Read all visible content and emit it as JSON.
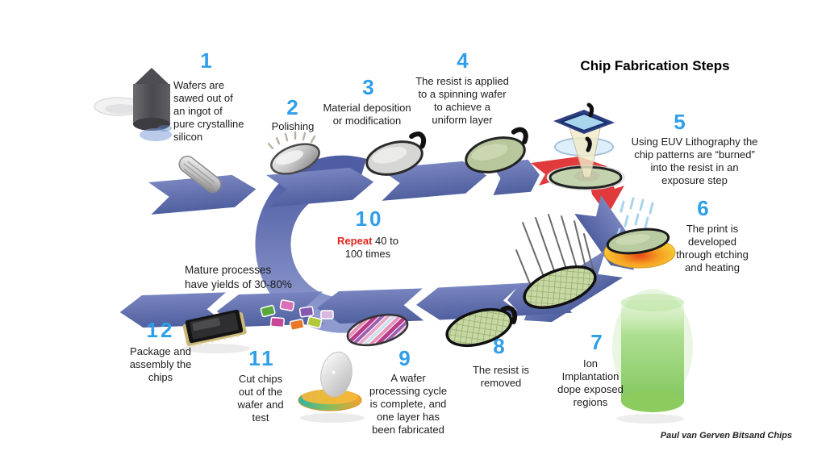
{
  "title": "Chip Fabrication Steps",
  "attribution": "Paul van Gerven Bitsand Chips",
  "note": "Mature processes\nhave yields of 30-80%",
  "center": {
    "number": "10",
    "highlight": "Repeat",
    "after": " 40 to\n100 times"
  },
  "steps": [
    {
      "number": "1",
      "text": "Wafers are\nsawed out of\nan ingot of\npure crystalline\nsilicon"
    },
    {
      "number": "2",
      "text": "Polishing"
    },
    {
      "number": "3",
      "text": "Material deposition\nor modification"
    },
    {
      "number": "4",
      "text": "The resist is applied\nto a spinning wafer\nto achieve a\nuniform layer"
    },
    {
      "number": "5",
      "text": "Using EUV Lithography the\nchip patterns are “burned”\ninto the resist in an\nexposure step"
    },
    {
      "number": "6",
      "text": "The print is\ndeveloped\nthrough etching\nand heating"
    },
    {
      "number": "7",
      "text": "Ion\nImplantation\ndope exposed\nregions"
    },
    {
      "number": "8",
      "text": "The resist is\nremoved"
    },
    {
      "number": "9",
      "text": "A wafer\nprocessing cycle\nis complete, and\none layer has\nbeen fabricated"
    },
    {
      "number": "11",
      "text": "Cut chips\nout of the\nwafer and\ntest"
    },
    {
      "number": "12",
      "text": "Package and\nassembly the\nchips"
    }
  ],
  "colors": {
    "step_number": "#2E9FE8",
    "repeat_highlight": "#E2231A",
    "flow_arrow": "#5D6BB0",
    "exposure_arrow": "#E03A3C",
    "text": "#1C1C1C",
    "background": "#FFFFFF"
  }
}
